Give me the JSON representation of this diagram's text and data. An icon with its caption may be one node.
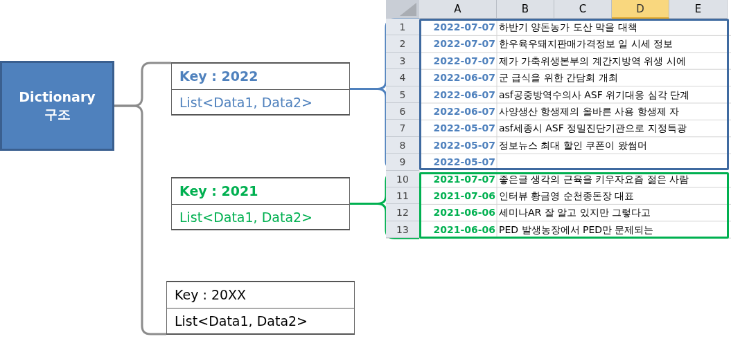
{
  "diagram": {
    "nodes": [
      {
        "text": [
          "Dictionary 구조"
        ]
      },
      {
        "text": [
          "Key : 2022",
          "List<Data1, Data2>"
        ]
      },
      {
        "text": [
          "Key : 2021",
          "List<Data1, Data2>"
        ]
      },
      {
        "text": [
          "Key : 20XX",
          "List<Data1, Data2>"
        ]
      },
      {
        "text": [],
        "shape": "box"
      },
      {
        "text": [],
        "shape": "box"
      }
    ],
    "edges": [
      {
        "from": 0,
        "to": 1,
        "arrow": "none"
      },
      {
        "from": 0,
        "to": 3,
        "arrow": "none"
      },
      {
        "from": 1,
        "to": 4,
        "arrow": "none",
        "color": "#4f81bd"
      },
      {
        "from": 2,
        "to": 5,
        "arrow": "none",
        "color": "#00b050"
      }
    ],
    "labels": [
      "A",
      "B",
      "C",
      "D",
      "E",
      "1",
      "2022-07-07",
      "하반기 양돈농가 도산 막을 대책",
      "2",
      "2022-07-07",
      "한우육우돼지판매가격정보 일 시세 정보",
      "3",
      "2022-07-07",
      "제가 가축위생본부의 계간지방역 위생 시에",
      "4",
      "2022-06-07",
      "군 급식을 위한 간담회 개최",
      "5",
      "2022-06-07",
      "asf공중방역수의사 ASF 위기대응 심각 단계",
      "6",
      "2022-06-07",
      "사양생산 항생제의 올바른 사용 항생제 자",
      "7",
      "2022-05-07",
      "asf세종시 ASF 정밀진단기관으로 지정특광",
      "8",
      "2022-05-07",
      "정보뉴스 최대 할인 쿠폰이 왔썸머",
      "9",
      "2022-05-07",
      "10",
      "2021-07-07",
      "좋은글 생각의 근육을 키우자요즘 젊은 사람",
      "11",
      "2021-07-06",
      "인터뷰 황금영 순천종돈장 대표",
      "12",
      "2021-06-06",
      "세미나AR 잘 알고 있지만 그렇다고",
      "13",
      "2021-06-06",
      "PED 발생농장에서 PED만 문제되는"
    ]
  }
}
